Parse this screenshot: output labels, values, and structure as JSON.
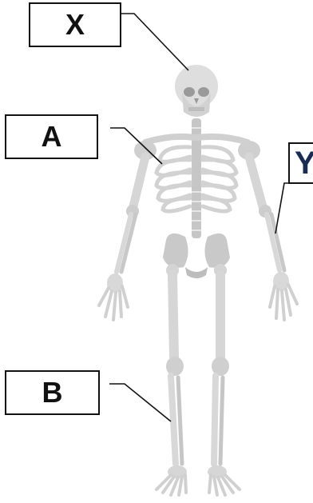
{
  "labels": {
    "x": "X",
    "a": "A",
    "y": "Y",
    "b": "B"
  },
  "colors": {
    "bone": "#dcdcdc",
    "bone_shade": "#c4c4c4",
    "bone_dark": "#a9a9a9",
    "leader_line": "#111111",
    "box_border": "#111111"
  }
}
